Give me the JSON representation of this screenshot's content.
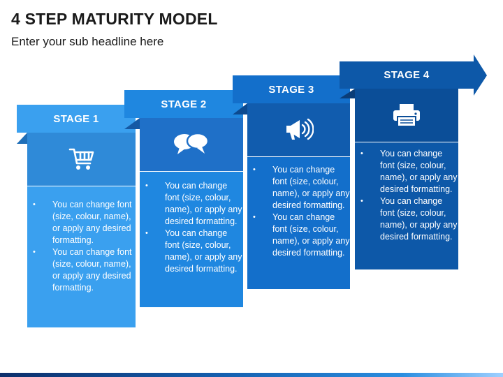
{
  "title": "4 STEP MATURITY MODEL",
  "subtitle": "Enter your sub headline here",
  "stages": [
    {
      "label": "STAGE 1",
      "icon": "shopping-cart-icon",
      "bullets": [
        "You can change font (size, colour, name), or apply any desired formatting.",
        "You can change font (size, colour, name), or apply any desired formatting."
      ],
      "colors": {
        "band": "#3aa0ef",
        "fold": "#1f6fb8",
        "icon": "#2f8ad8",
        "text": "#3aa0ef"
      }
    },
    {
      "label": "STAGE 2",
      "icon": "speech-bubbles-icon",
      "bullets": [
        "You can change font (size, colour, name), or apply any desired formatting.",
        "You can change font (size, colour, name), or apply any desired formatting."
      ],
      "colors": {
        "band": "#1f87e0",
        "fold": "#1559a4",
        "icon": "#1f70c8",
        "text": "#1f87e0"
      }
    },
    {
      "label": "STAGE 3",
      "icon": "megaphone-icon",
      "bullets": [
        "You can change font (size, colour, name), or apply any desired formatting.",
        "You can change font (size, colour, name), or apply any desired formatting."
      ],
      "colors": {
        "band": "#136fcb",
        "fold": "#0c4a90",
        "icon": "#115cae",
        "text": "#136fcb"
      }
    },
    {
      "label": "STAGE 4",
      "icon": "printer-icon",
      "bullets": [
        "You can change font (size, colour, name), or apply any desired formatting.",
        "You can change font (size, colour, name), or apply any desired formatting."
      ],
      "colors": {
        "band": "#0d58a8",
        "fold": "#0a3d78",
        "icon": "#0b4e98",
        "text": "#0d58a8"
      }
    }
  ]
}
